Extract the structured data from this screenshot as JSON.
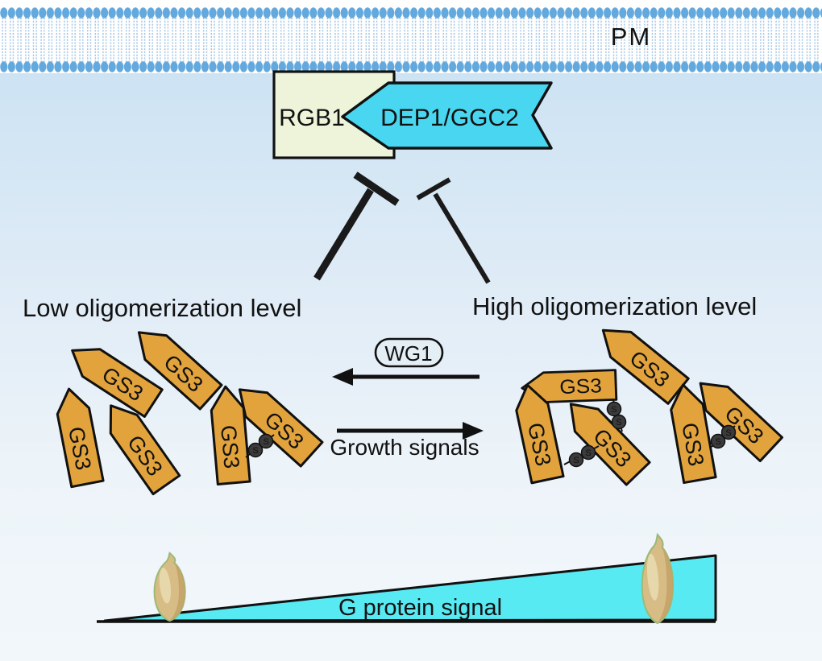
{
  "labels": {
    "membrane": "PM",
    "rgb1": "RGB1",
    "dep1": "DEP1/GGC2",
    "low_state": "Low oligomerization level",
    "high_state": "High oligomerization level",
    "wg1": "WG1",
    "growth": "Growth signals",
    "signal": "G protein signal",
    "gs3": "GS3",
    "bond": "S"
  },
  "colors": {
    "gs3_fill": "#E2A33C",
    "dep1_fill": "#49D6F0",
    "rgb1_fill": "#EDF4DA",
    "triangle_fill": "#58EAF3",
    "wg1_fill": "#E4EEF5",
    "membrane_head": "#63A9DE",
    "line": "#111111",
    "bond_fill": "#3B3B3B",
    "background_top": "#C7DFF1",
    "background_bottom": "#F2F7FA"
  }
}
